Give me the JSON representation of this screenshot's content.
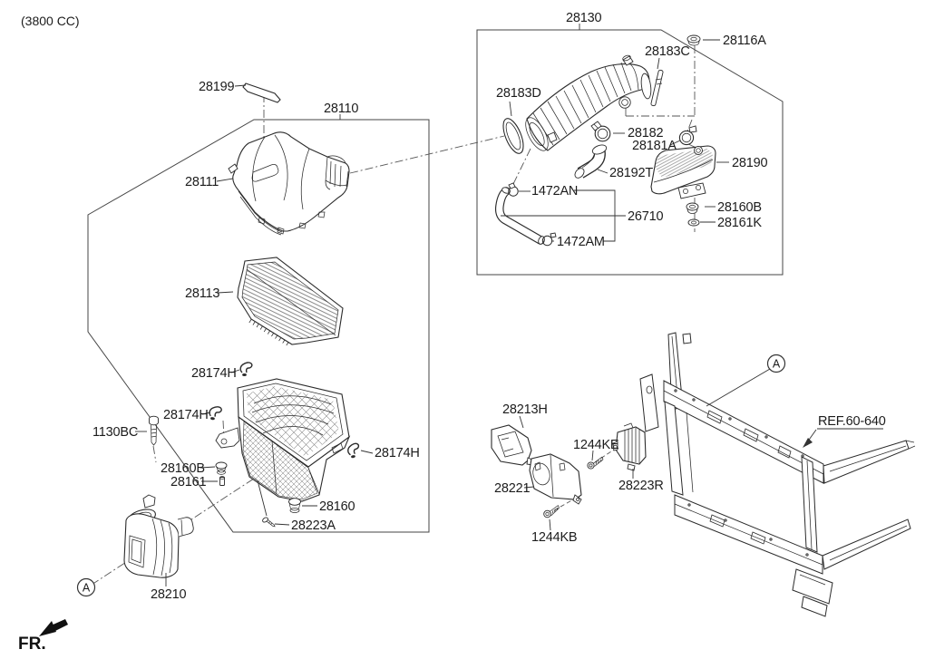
{
  "meta": {
    "engine_variant": "(3800 CC)",
    "direction_label": "FR.",
    "section_marker": "A",
    "reference_callout": "REF.60-640"
  },
  "part_labels": {
    "seal_28199": "28199",
    "air_cleaner_assembly_28110": "28110",
    "air_cleaner_cover_28111": "28111",
    "air_cleaner_filter_28113": "28113",
    "intake_hose_assembly_28130": "28130",
    "nut_28116a": "28116A",
    "support_rod_28183c": "28183C",
    "ring_28183d": "28183D",
    "hose_clamp_28182": "28182",
    "hose_clamp_28181a": "28181A",
    "resonator_28190": "28190",
    "elbow_hose_28192t": "28192T",
    "clamp_1472an": "1472AN",
    "breather_hose_26710": "26710",
    "clamp_1472am": "1472AM",
    "nut_28160b": "28160B",
    "washer_28161k": "28161K",
    "clip_28174h": "28174H",
    "bolt_1130bc": "1130BC",
    "pin_28161": "28161",
    "insulator_28160": "28160",
    "screw_28223a": "28223A",
    "air_intake_duct_28210": "28210",
    "air_guide_28213h": "28213H",
    "bolt_1244ke": "1244KE",
    "air_duct_28221": "28221",
    "bracket_28223r": "28223R",
    "bolt_1244kb": "1244KB"
  }
}
